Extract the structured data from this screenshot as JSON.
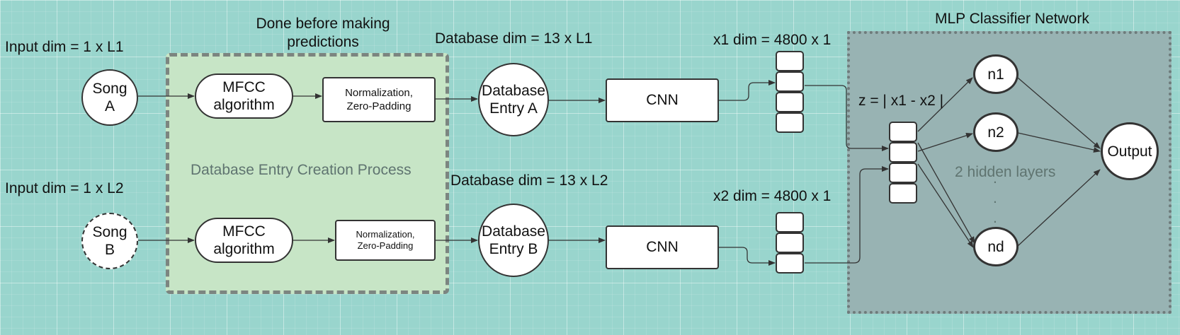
{
  "labels": {
    "input_dim_a": "Input dim = 1 x L1",
    "input_dim_b": "Input dim = 1 x L2",
    "done_before": "Done before making\npredictions",
    "db_dim_a": "Database dim = 13 x L1",
    "db_dim_b": "Database dim = 13 x L2",
    "x1_dim": "x1 dim = 4800 x 1",
    "x2_dim": "x2 dim = 4800 x 1",
    "mlp_title": "MLP Classifier Network",
    "z_formula": "z = | x1 - x2 |",
    "db_process": "Database Entry Creation Process",
    "hidden_layers": "2 hidden layers",
    "dots": ".\n.\n."
  },
  "nodes": {
    "song_a": "Song\nA",
    "song_b": "Song\nB",
    "mfcc_a": "MFCC\nalgorithm",
    "mfcc_b": "MFCC\nalgorithm",
    "norm_a": "Normalization,\nZero-Padding",
    "norm_b": "Normalization,\nZero-Padding",
    "db_entry_a": "Database\nEntry A",
    "db_entry_b": "Database\nEntry B",
    "cnn_a": "CNN",
    "cnn_b": "CNN",
    "n1": "n1",
    "n2": "n2",
    "nd": "nd",
    "output": "Output"
  },
  "colors": {
    "background": "#99d5cd",
    "db_region": "#c7e5c6",
    "mlp_region": "#98b3b3",
    "stroke": "#333333"
  }
}
